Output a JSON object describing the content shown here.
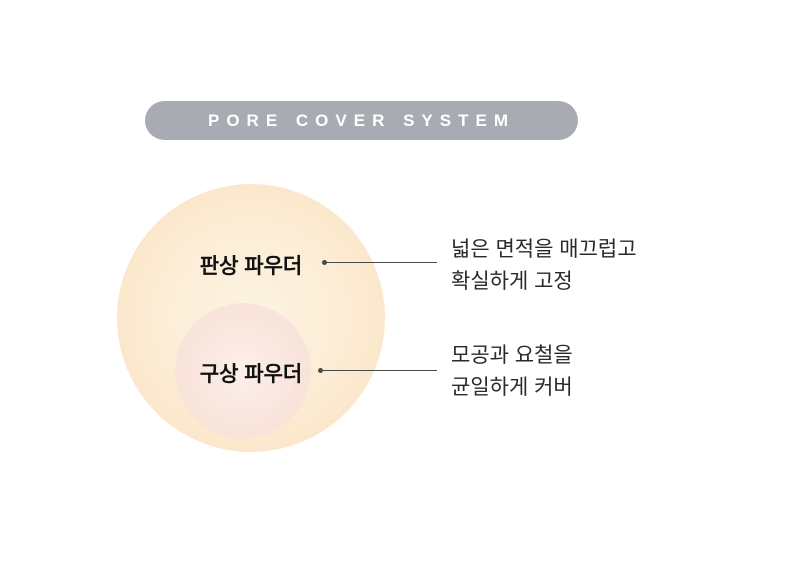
{
  "header": {
    "badge_label": "PORE COVER SYSTEM"
  },
  "diagram": {
    "outer_circle": {
      "label": "판상 파우더",
      "description_line1": "넓은 면적을 매끄럽고",
      "description_line2": "확실하게 고정"
    },
    "inner_circle": {
      "label": "구상 파우더",
      "description_line1": "모공과 요철을",
      "description_line2": "균일하게 커버"
    },
    "colors": {
      "badge_bg": "#a8abb1",
      "outer_circle": "#fbe7ca",
      "inner_circle": "#f9e4dc",
      "label_text": "#111111",
      "description_text": "#2a2a2a",
      "connector": "#4a4a4a"
    }
  }
}
